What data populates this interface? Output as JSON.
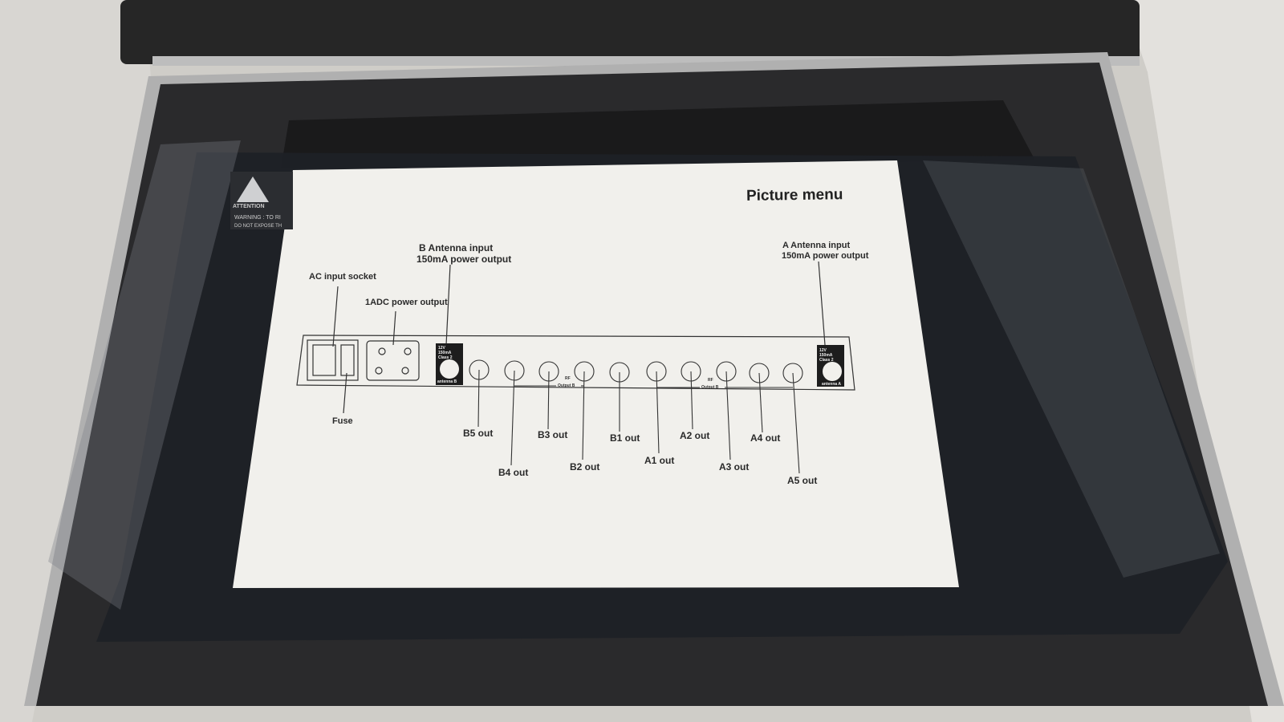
{
  "sheet": {
    "title": "Picture menu",
    "labels": {
      "b_antenna_line1": "B Antenna input",
      "b_antenna_line2": "150mA power output",
      "a_antenna_line1": "A Antenna input",
      "a_antenna_line2": "150mA power output",
      "ac_input": "AC input socket",
      "dc_output": "1ADC power output",
      "fuse": "Fuse"
    },
    "outputs": [
      "B5 out",
      "B4 out",
      "B3 out",
      "B2 out",
      "B1 out",
      "A1 out",
      "A2 out",
      "A3 out",
      "A4 out",
      "A5 out"
    ],
    "rf_label": "RF",
    "rf_output_b": "Output B",
    "rf_output_b2": "Output B",
    "connector_b": {
      "line1": "12V",
      "line2": "150mA",
      "line3": "Class 2",
      "name": "antenna B"
    },
    "connector_a": {
      "line1": "12V",
      "line2": "150mA",
      "line3": "Class 2",
      "name": "antenna A"
    }
  },
  "device_sticker": {
    "attention": "ATTENTION",
    "warning": "WARNING : TO RI",
    "do_not_expose": "DO NOT EXPOSE TH"
  }
}
